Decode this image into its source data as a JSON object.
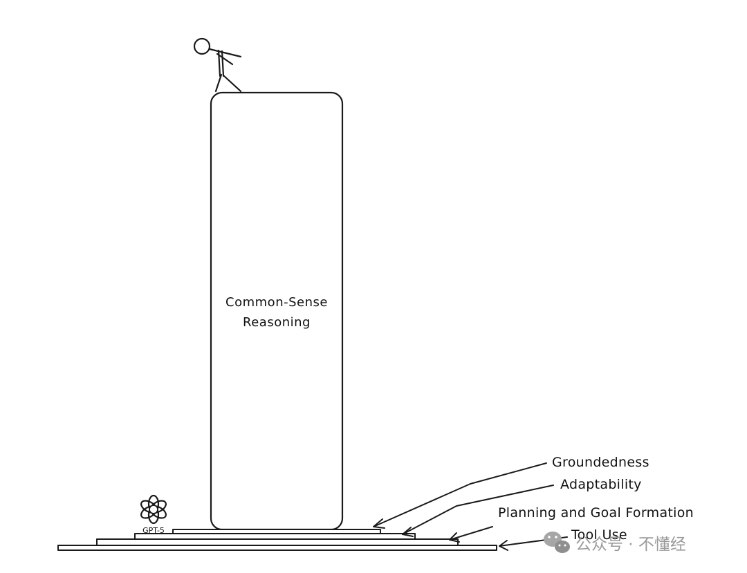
{
  "diagram": {
    "pillar_label": [
      "Common-Sense",
      "Reasoning"
    ],
    "model_label": "GPT-5",
    "model_logo_icon": "openai-logo-icon",
    "figure_icon": "stick-figure-icon",
    "layer_labels": [
      "Groundedness",
      "Adaptability",
      "Planning and Goal Formation",
      "Tool Use"
    ]
  },
  "watermark": {
    "icon": "wechat-icon",
    "text": "公众号 · 不懂经"
  },
  "colors": {
    "line": "#1a1a1a",
    "background": "#ffffff",
    "watermark": "#9a9a9a"
  }
}
